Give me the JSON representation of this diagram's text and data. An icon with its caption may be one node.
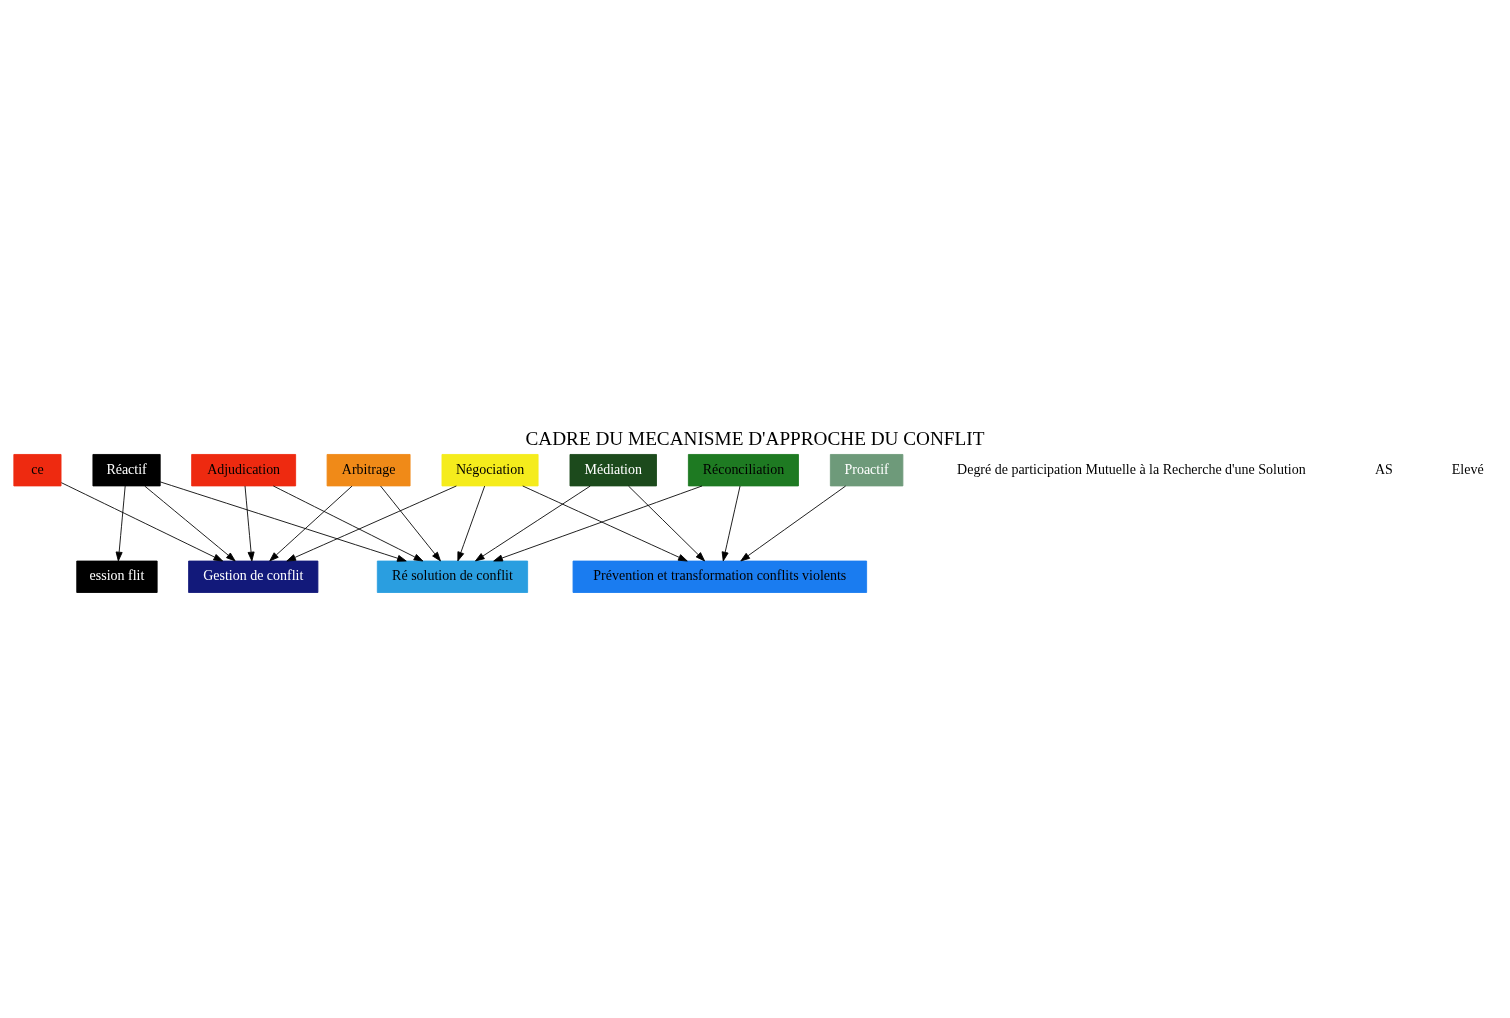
{
  "diagram": {
    "title": "CADRE DU MECANISME D'APPROCHE DU CONFLIT",
    "nodes": [
      {
        "text": [
          "ce"
        ]
      },
      {
        "text": [
          "Adjudication"
        ]
      },
      {
        "text": [
          "Arbitrage"
        ]
      },
      {
        "text": [
          "Négociation"
        ]
      },
      {
        "text": [
          "Médiation"
        ]
      },
      {
        "text": [
          "Réconciliation"
        ]
      },
      {
        "text": [
          "ession flit"
        ]
      },
      {
        "text": [
          "Gestion de conflit"
        ]
      },
      {
        "text": [
          "Ré solution de conflit"
        ]
      },
      {
        "text": [
          "Prévention et transformation conflits violents"
        ]
      },
      {
        "text": [
          "Réactif"
        ]
      },
      {
        "text": [
          "Proactif"
        ]
      }
    ],
    "edges": [
      {
        "from": 0,
        "to": 7,
        "arrow": "to"
      },
      {
        "from": 1,
        "to": 7,
        "arrow": "to"
      },
      {
        "from": 1,
        "to": 8,
        "arrow": "to"
      },
      {
        "from": 2,
        "to": 7,
        "arrow": "to"
      },
      {
        "from": 2,
        "to": 8,
        "arrow": "to"
      },
      {
        "from": 3,
        "to": 7,
        "arrow": "to"
      },
      {
        "from": 3,
        "to": 8,
        "arrow": "to"
      },
      {
        "from": 3,
        "to": 9,
        "arrow": "to"
      },
      {
        "from": 4,
        "to": 8,
        "arrow": "to"
      },
      {
        "from": 4,
        "to": 9,
        "arrow": "to"
      },
      {
        "from": 5,
        "to": 8,
        "arrow": "to"
      },
      {
        "from": 5,
        "to": 9,
        "arrow": "to"
      },
      {
        "from": 10,
        "to": 6,
        "arrow": "to"
      },
      {
        "from": 10,
        "to": 7,
        "arrow": "to"
      },
      {
        "from": 10,
        "to": 8,
        "arrow": "to"
      },
      {
        "from": 11,
        "to": 9,
        "arrow": "to"
      }
    ],
    "labels": [
      "Degré de participation Mutuelle à la Recherche d'une Solution",
      "AS",
      "Elevé"
    ]
  }
}
